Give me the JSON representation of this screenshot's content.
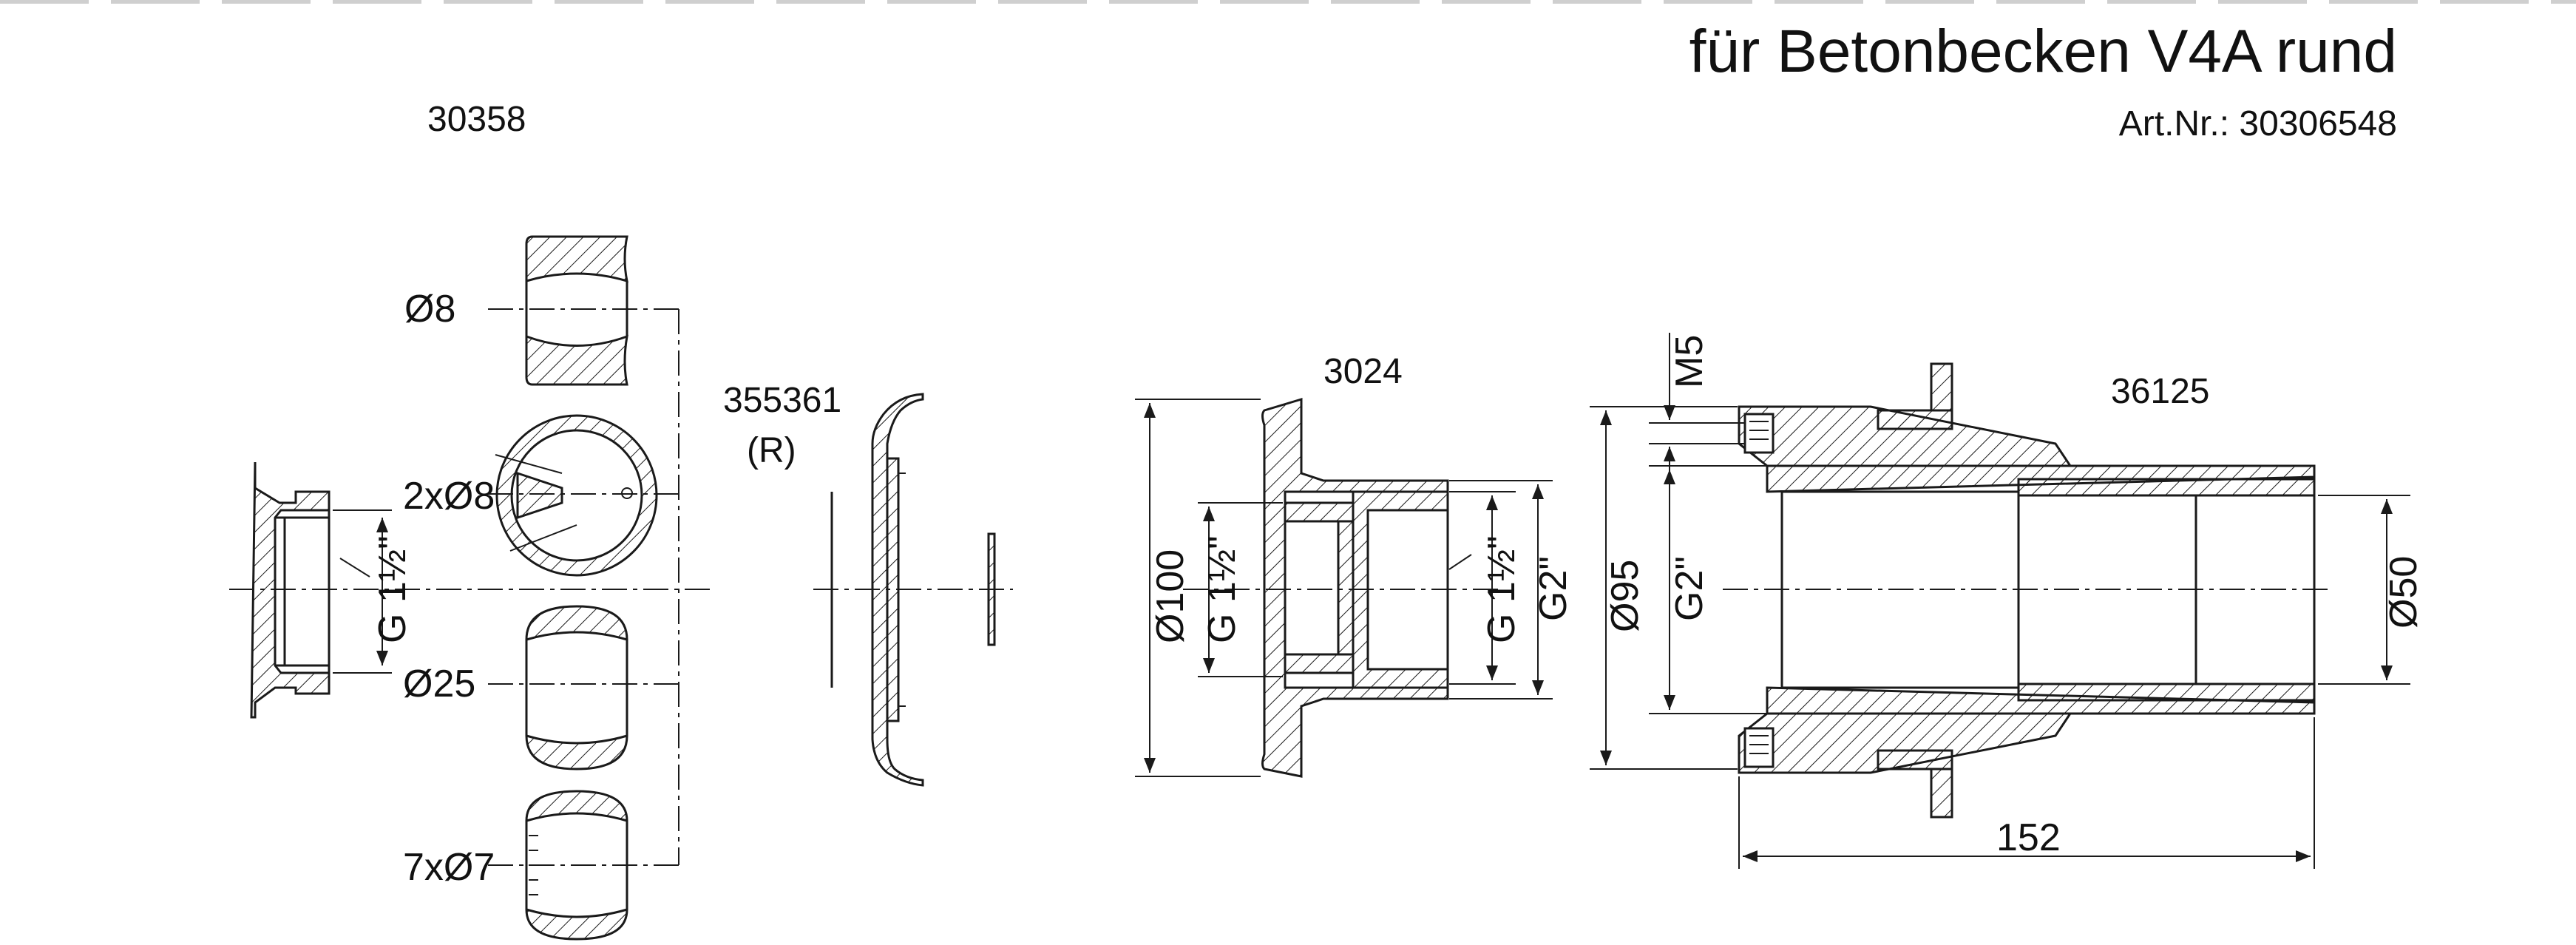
{
  "header": {
    "title": "für Betonbecken V4A rund",
    "art_nr": "Art.Nr.: 30306548"
  },
  "parts": {
    "part_30358": "30358",
    "part_355361": "355361",
    "part_355361_note": "(R)",
    "part_3024": "3024",
    "part_36125": "36125"
  },
  "dimensions": {
    "d8": "Ø8",
    "d2x8": "2xØ8",
    "d25": "Ø25",
    "d7x7": "7xØ7",
    "g1half_left": "G 1½\"",
    "d100": "Ø100",
    "g1half_mid_a": "G 1½\"",
    "g1half_mid_b": "G 1½\"",
    "g2_mid": "G2\"",
    "m5": "M5",
    "d95": "Ø95",
    "g2_right": "G2\"",
    "d50": "Ø50",
    "len152": "152"
  },
  "colors": {
    "line": "#1a1a1a",
    "background": "#ffffff"
  }
}
